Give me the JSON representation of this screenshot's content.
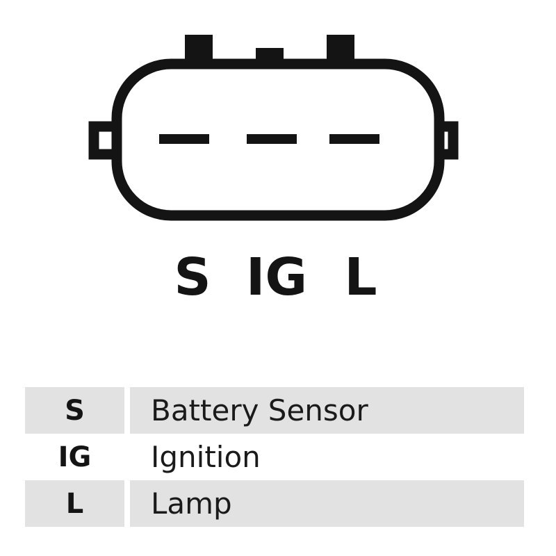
{
  "pins": [
    {
      "code": "S",
      "description": "Battery Sensor",
      "shaded": true
    },
    {
      "code": "IG",
      "description": "Ignition",
      "shaded": false
    },
    {
      "code": "L",
      "description": "Lamp",
      "shaded": true
    }
  ],
  "colors": {
    "outline": "#141414",
    "row_shade": "#e2e2e2",
    "background": "#ffffff"
  }
}
